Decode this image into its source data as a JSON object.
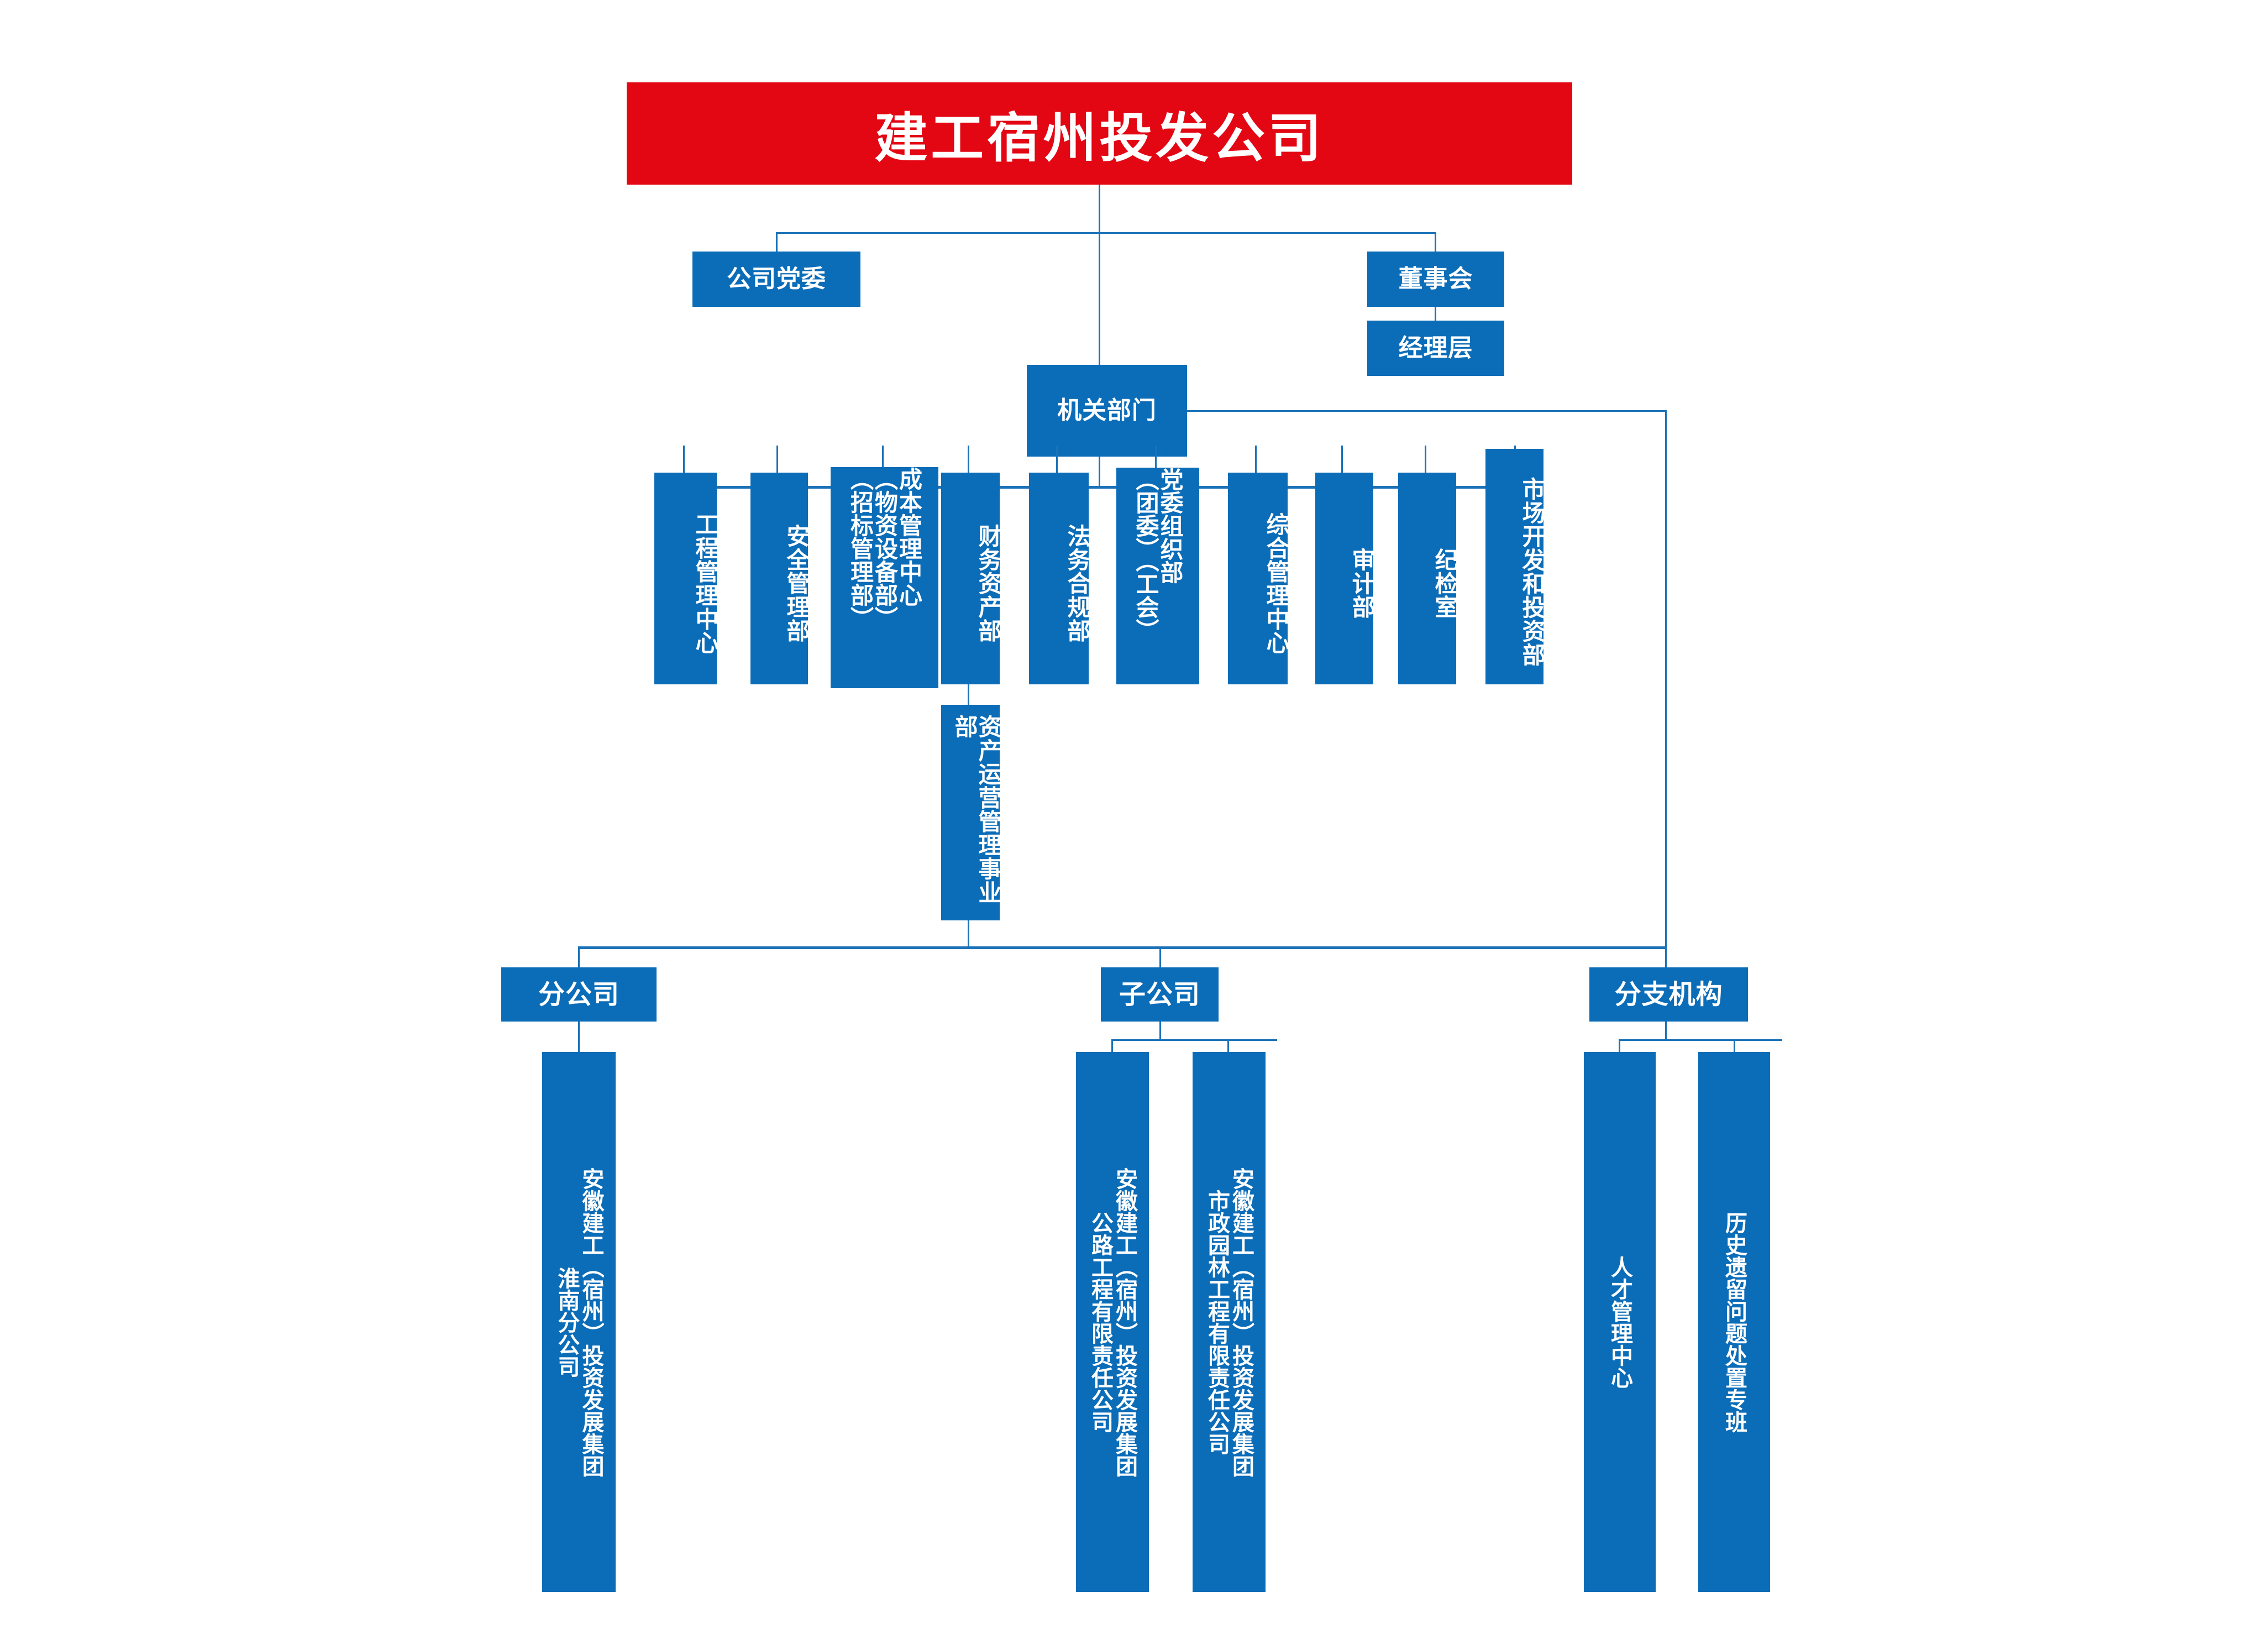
{
  "colors": {
    "brand_red": "#E30613",
    "brand_blue": "#0B6CB8",
    "line_blue": "#1B72B8",
    "text_white": "#FFFFFF"
  },
  "title": "建工宿州投发公司",
  "tier2": {
    "party_committee": "公司党委",
    "board_of_directors": "董事会",
    "management_layer": "经理层",
    "organs": "机关部门"
  },
  "departments": [
    {
      "label": "工程管理中心",
      "columns": [
        "工程管理中心"
      ]
    },
    {
      "label": "安全管理部",
      "columns": [
        "安全管理部"
      ]
    },
    {
      "label": "成本管理中心（物资设备部）（招标管理部）",
      "columns": [
        "成本管理中心",
        "（物资设备部）",
        "（招标管理部）"
      ]
    },
    {
      "label": "财务资产部",
      "columns": [
        "财务资产部"
      ]
    },
    {
      "label": "法务合规部",
      "columns": [
        "法务合规部"
      ]
    },
    {
      "label": "党委组织部（团委）（工会）",
      "columns": [
        "党委组织部",
        "（团委）（工会）"
      ]
    },
    {
      "label": "综合管理中心",
      "columns": [
        "综合管理中心"
      ]
    },
    {
      "label": "审计部",
      "columns": [
        "审计部"
      ]
    },
    {
      "label": "纪检室",
      "columns": [
        "纪检室"
      ]
    },
    {
      "label": "市场开发和投资部",
      "columns": [
        "市场开发和投资部"
      ]
    }
  ],
  "asset_ops_unit": "资产运营管理事业部",
  "tier4": {
    "branch_companies": "分公司",
    "subsidiaries": "子公司",
    "affiliated_units": "分支机构"
  },
  "companies": [
    {
      "group": "分公司",
      "full_label": "安徽建工（宿州）投资发展集团淮南分公司",
      "columns": [
        "安徽建工（宿州）投资发展集团",
        "淮南分公司"
      ]
    },
    {
      "group": "子公司",
      "full_label": "安徽建工（宿州）投资发展集团公路工程有限责任公司",
      "columns": [
        "安徽建工（宿州）投资发展集团",
        "公路工程有限责任公司"
      ]
    },
    {
      "group": "子公司",
      "full_label": "安徽建工（宿州）投资发展集团市政园林工程有限责任公司",
      "columns": [
        "安徽建工（宿州）投资发展集团",
        "市政园林工程有限责任公司"
      ]
    },
    {
      "group": "分支机构",
      "full_label": "人才管理中心",
      "columns": [
        "人才管理中心"
      ]
    },
    {
      "group": "分支机构",
      "full_label": "历史遗留问题处置专班",
      "columns": [
        "历史遗留问题处置专班"
      ]
    }
  ]
}
